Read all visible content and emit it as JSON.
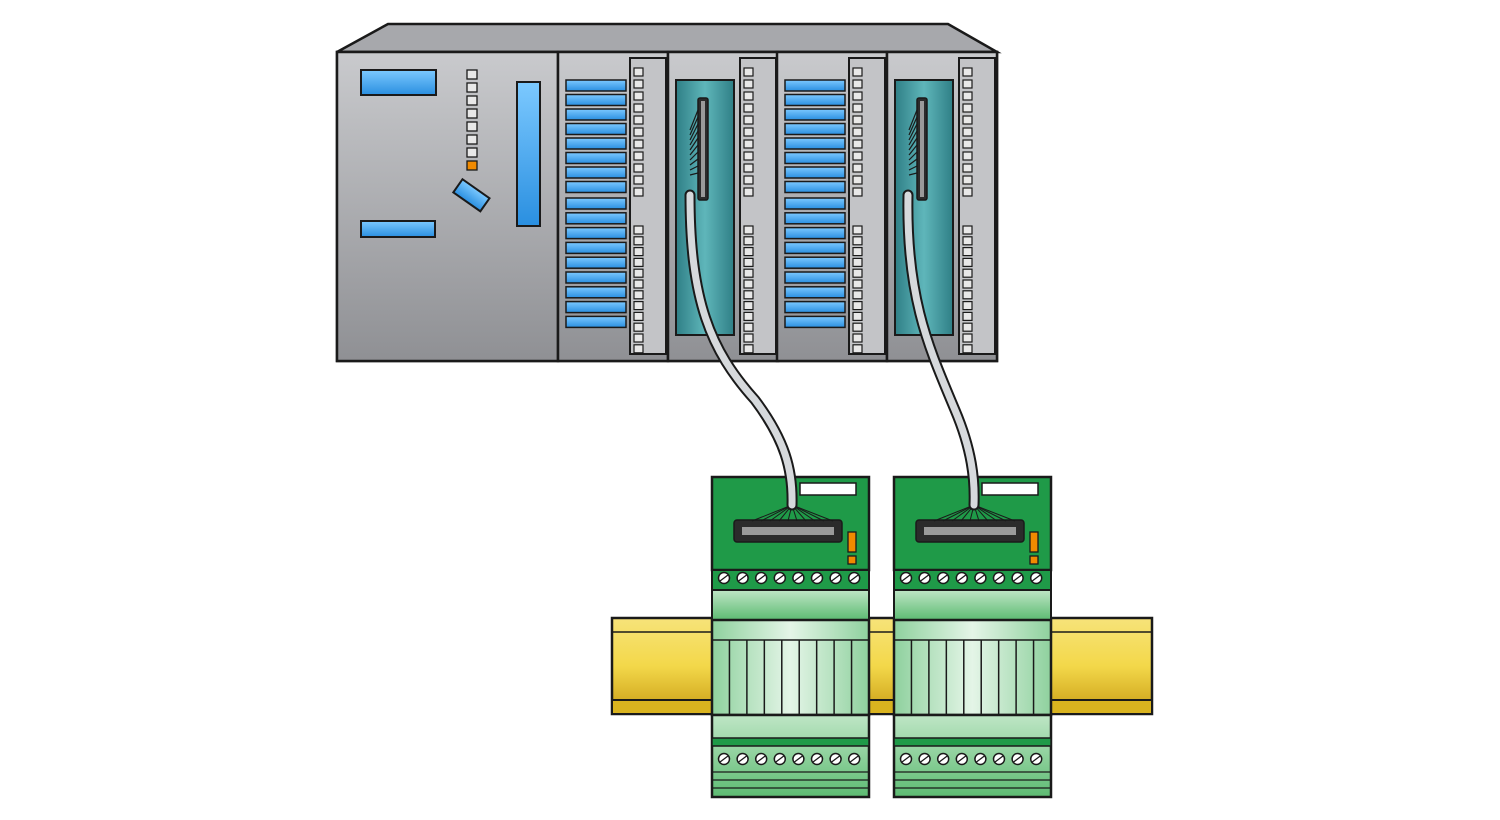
{
  "colors": {
    "plc_body": "#b4b5b8",
    "plc_body_dark": "#8e8f93",
    "plc_top": "#9c9da1",
    "led_blue": "#3fa9f5",
    "led_blue_dark": "#1f7fc7",
    "led_orange": "#f08a00",
    "cover_teal": "#4da3a8",
    "cable": "#d6d9dc",
    "terminal_green": "#1f9a48",
    "terminal_green_light": "#8fd19e",
    "rail_yellow": "#f3d84a",
    "rail_yellow_dark": "#d9b31f",
    "outline": "#1a1a1a"
  },
  "components": {
    "plc": "plc-rack",
    "cpu": "cpu-module",
    "io_modules": [
      "io-module-1",
      "io-module-2",
      "io-module-3",
      "io-module-4"
    ],
    "cables": [
      "system-cable-1",
      "system-cable-2"
    ],
    "terminal_blocks": [
      "interface-module-1",
      "interface-module-2"
    ],
    "rail": "din-rail"
  },
  "icons": {
    "status_led": "status-led-icon",
    "key_switch": "key-switch-icon",
    "flat_connector": "flat-cable-connector-icon",
    "fuse": "fuse-indicator-icon",
    "screw": "terminal-screw-icon"
  }
}
